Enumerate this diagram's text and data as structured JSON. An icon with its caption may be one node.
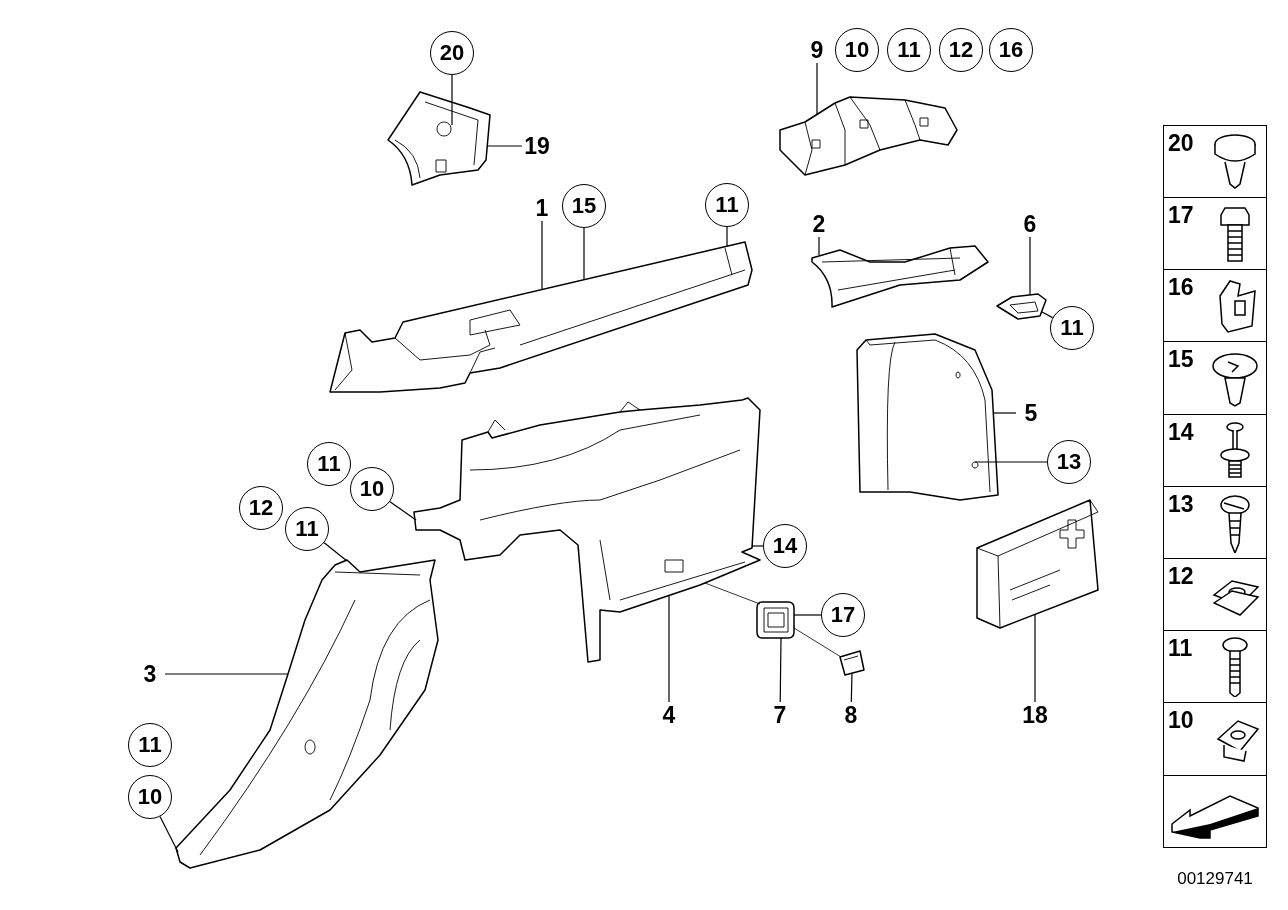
{
  "diagram": {
    "nodes": [
      {
        "text": [
          "20"
        ]
      },
      {
        "text": [],
        "shape": "picture"
      },
      {
        "text": [
          "19"
        ]
      },
      {
        "text": [
          "9"
        ]
      },
      {
        "text": [
          "10"
        ]
      },
      {
        "text": [
          "11"
        ]
      },
      {
        "text": [
          "12"
        ]
      },
      {
        "text": [
          "16"
        ]
      },
      {
        "text": [],
        "shape": "picture"
      },
      {
        "text": [
          "1"
        ]
      },
      {
        "text": [
          "15"
        ]
      },
      {
        "text": [
          "11"
        ]
      },
      {
        "text": [],
        "shape": "picture"
      },
      {
        "text": [
          "2"
        ]
      },
      {
        "text": [],
        "shape": "picture"
      },
      {
        "text": [
          "6"
        ]
      },
      {
        "text": [],
        "shape": "picture"
      },
      {
        "text": [
          "11"
        ]
      },
      {
        "text": [],
        "shape": "picture"
      },
      {
        "text": [
          "5"
        ]
      },
      {
        "text": [
          "13"
        ]
      },
      {
        "text": [
          "11"
        ]
      },
      {
        "text": [
          "10"
        ]
      },
      {
        "text": [],
        "shape": "picture"
      },
      {
        "text": [
          "12"
        ]
      },
      {
        "text": [
          "11"
        ]
      },
      {
        "text": [],
        "shape": "picture"
      },
      {
        "text": [
          "14"
        ]
      },
      {
        "text": [
          "3"
        ]
      },
      {
        "text": [
          "17"
        ]
      },
      {
        "text": [],
        "shape": "picture"
      },
      {
        "text": [],
        "shape": "picture"
      },
      {
        "text": [
          "4"
        ]
      },
      {
        "text": [
          "7"
        ]
      },
      {
        "text": [
          "8"
        ]
      },
      {
        "text": [
          "18"
        ]
      },
      {
        "text": [],
        "shape": "picture"
      },
      {
        "text": [
          "11"
        ]
      },
      {
        "text": [
          "10"
        ]
      }
    ],
    "edges": [
      {
        "from": 0,
        "to": 1,
        "arrow": "none"
      },
      {
        "from": 2,
        "to": 1,
        "arrow": "none"
      },
      {
        "from": 3,
        "to": 8,
        "arrow": "none"
      },
      {
        "from": 9,
        "to": 12,
        "arrow": "none"
      },
      {
        "from": 10,
        "to": 12,
        "arrow": "none"
      },
      {
        "from": 11,
        "to": 12,
        "arrow": "none"
      },
      {
        "from": 13,
        "to": 14,
        "arrow": "none"
      },
      {
        "from": 15,
        "to": 16,
        "arrow": "none"
      },
      {
        "from": 17,
        "to": 16,
        "arrow": "none"
      },
      {
        "from": 19,
        "to": 18,
        "arrow": "none"
      },
      {
        "from": 20,
        "to": 18,
        "arrow": "none"
      },
      {
        "from": 22,
        "to": 23,
        "arrow": "none"
      },
      {
        "from": 25,
        "to": 26,
        "arrow": "none"
      },
      {
        "from": 27,
        "to": 23,
        "arrow": "none"
      },
      {
        "from": 28,
        "to": 26,
        "arrow": "none"
      },
      {
        "from": 29,
        "to": 30,
        "arrow": "none"
      },
      {
        "from": 32,
        "to": 23,
        "arrow": "none"
      },
      {
        "from": 33,
        "to": 30,
        "arrow": "none"
      },
      {
        "from": 34,
        "to": 31,
        "arrow": "none"
      },
      {
        "from": 35,
        "to": 36,
        "arrow": "none"
      },
      {
        "from": 38,
        "to": 26,
        "arrow": "none"
      },
      {
        "from": 23,
        "to": 30,
        "arrow": "none"
      },
      {
        "from": 30,
        "to": 31,
        "arrow": "none"
      }
    ],
    "labels": [
      "20",
      "17",
      "16",
      "15",
      "14",
      "13",
      "12",
      "11",
      "10",
      "00129741"
    ]
  }
}
